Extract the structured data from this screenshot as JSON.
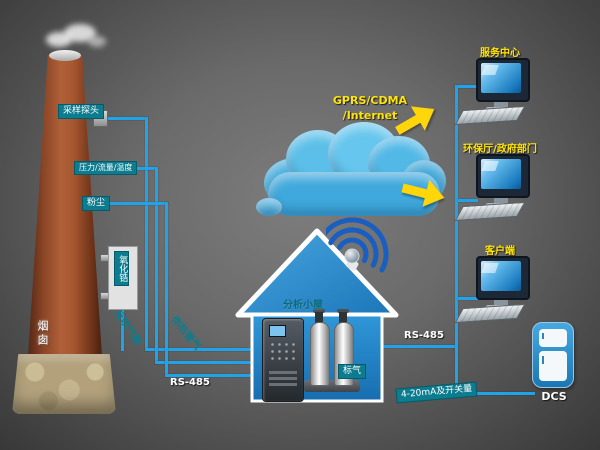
{
  "colors": {
    "accent_teal": "#0c7c8e",
    "line_blue": "#21a3ea",
    "label_yellow": "#ffe40a",
    "cloud_blue": "#55bce9"
  },
  "chimney": {
    "label": "烟囱"
  },
  "sensors": {
    "probe": "采样探头",
    "pft": "压力/流量/温度",
    "dust": "粉尘",
    "analyzer": "氧化锆"
  },
  "pipes": {
    "blowback": "反吹气路",
    "heated": "伴热管气",
    "bus": "RS-485"
  },
  "cloud": {
    "line1": "GPRS/CDMA",
    "line2": "/Internet"
  },
  "cabin": {
    "name": "分析小屋",
    "gas_label": "标气"
  },
  "links": {
    "rs485_right": "RS-485",
    "analog": "4-20mA及开关量"
  },
  "stations": [
    {
      "label": "服务中心"
    },
    {
      "label": "环保厅/政府部门"
    },
    {
      "label": "客户端"
    }
  ],
  "dcs_label": "DCS"
}
